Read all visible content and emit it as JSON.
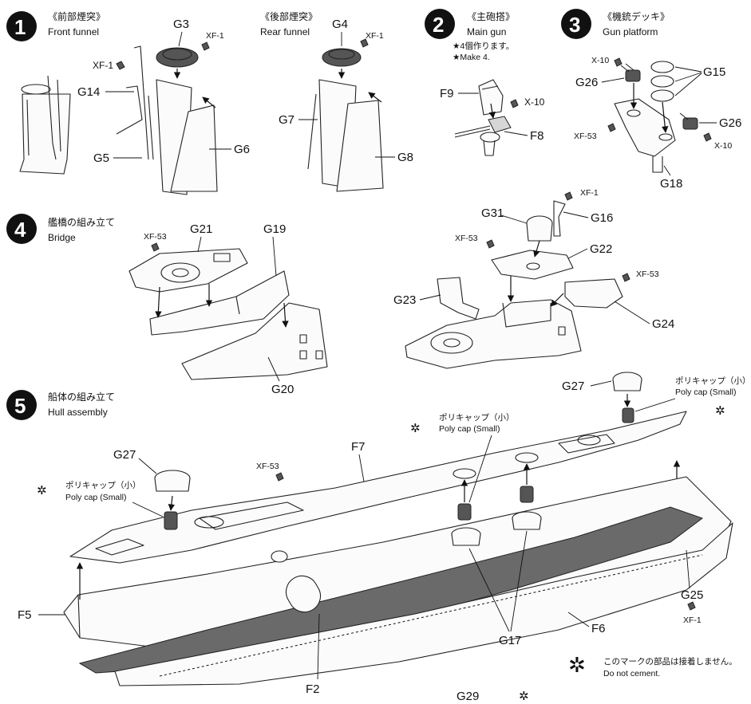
{
  "steps": [
    {
      "number": "1",
      "title_jp": "《前部煙突》",
      "title_en": "Front funnel",
      "parts": [
        "G3",
        "G14",
        "G5",
        "G6"
      ],
      "paints": [
        "XF-1",
        "XF-1"
      ]
    },
    {
      "number": "",
      "title_jp": "《後部煙突》",
      "title_en": "Rear funnel",
      "parts": [
        "G4",
        "G7",
        "G8"
      ],
      "paints": [
        "XF-1"
      ]
    },
    {
      "number": "2",
      "title_jp": "《主砲搭》",
      "title_en": "Main gun",
      "notes": [
        "★4個作ります。",
        "★Make 4."
      ],
      "parts": [
        "F9",
        "F8"
      ],
      "paints": [
        "X-10"
      ]
    },
    {
      "number": "3",
      "title_jp": "《機銃デッキ》",
      "title_en": "Gun platform",
      "parts": [
        "G26",
        "G15",
        "G26",
        "G18"
      ],
      "paints": [
        "X-10",
        "XF-53",
        "X-10"
      ]
    },
    {
      "number": "4",
      "title_jp": "艦橋の組み立て",
      "title_en": "Bridge",
      "parts": [
        "G21",
        "G19",
        "G20",
        "G31",
        "G16",
        "G22",
        "G23",
        "G24"
      ],
      "paints": [
        "XF-53",
        "XF-1",
        "XF-53",
        "XF-53"
      ]
    },
    {
      "number": "5",
      "title_jp": "船体の組み立て",
      "title_en": "Hull assembly",
      "parts": [
        "G27",
        "G27",
        "F7",
        "F5",
        "F2",
        "G17",
        "F6",
        "G25",
        "G29"
      ],
      "paints": [
        "XF-53",
        "XF-1"
      ],
      "polycap_jp": "ポリキャップ（小）",
      "polycap_en": "Poly cap (Small)",
      "nocement_jp": "このマークの部品は接着しません。",
      "nocement_en": "Do not cement."
    }
  ]
}
